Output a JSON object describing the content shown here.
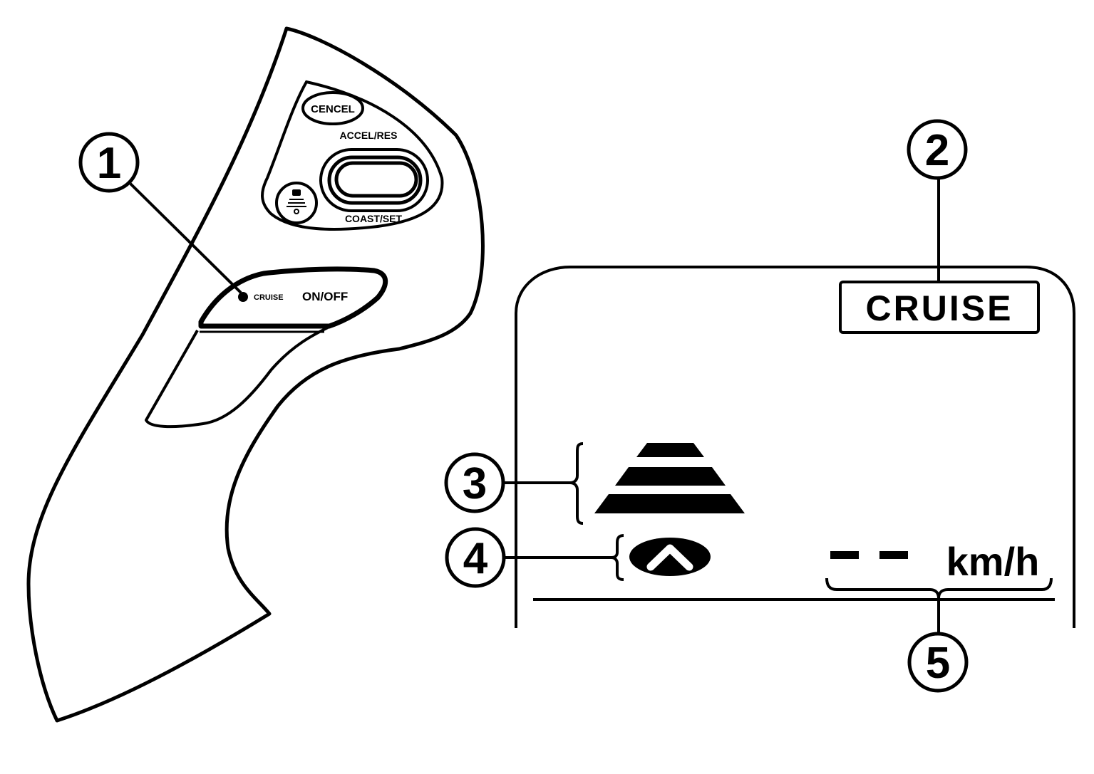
{
  "switch": {
    "cancel_label": "CENCEL",
    "accel_label": "ACCEL/RES",
    "coast_label": "COAST/SET",
    "cruise_small_label": "CRUISE",
    "onoff_label": "ON/OFF",
    "distance_button_icon": "vehicle-distance-icon"
  },
  "display": {
    "cruise_indicator": "CRUISE",
    "speed_placeholder": "- -",
    "speed_unit": "km/h",
    "distance_bars_icon": "distance-bars-icon",
    "set_distance_icon": "chevron-up-icon"
  },
  "callouts": {
    "c1": "1",
    "c2": "2",
    "c3": "3",
    "c4": "4",
    "c5": "5"
  }
}
